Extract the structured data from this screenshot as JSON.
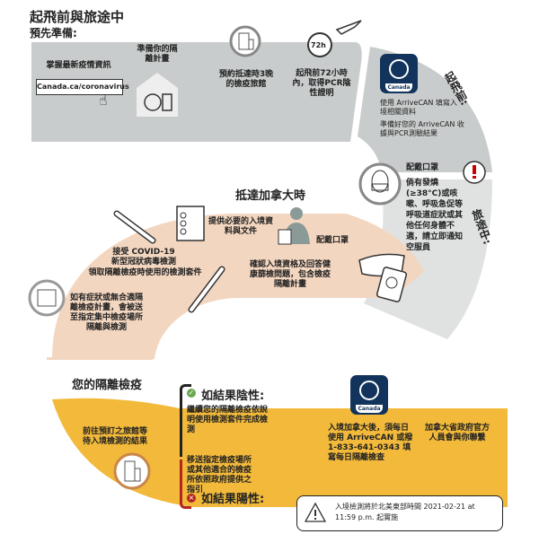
{
  "title": "起飛前與旅途中",
  "prepare": {
    "heading": "預先準備:",
    "info": "掌握最新疫情資訊",
    "link": "Canada.ca/coronavirus",
    "plan": "準備你的隔離計畫",
    "hotel": "預約抵達時3晚的檢疫旅館",
    "pcr": "起飛前72小時內，取得PCR陰性證明",
    "clock_label": "72h"
  },
  "before_departure": {
    "label": "起飛前:",
    "app_brand": "Canada",
    "item1": "使用 ArriveCAN 填寫入境相關資料",
    "item2": "準備好您的 ArriveCAN 收據與PCR測驗結果"
  },
  "in_transit": {
    "label": "旅途中:",
    "mask": "配戴口罩",
    "symptoms": "倘有發燒(≥38°C)或咳嗽、呼吸急促等呼吸道症狀或其他任何身體不適，請立即通知空服員"
  },
  "arrival": {
    "heading": "抵達加拿大時",
    "documents": "提供必要的入境資料與文件",
    "test": "接受 COVID-19 新型冠狀病毒檢測",
    "kit": "領取隔離檢疫時使用的檢測套件",
    "facility": "如有症狀或無合適隔離檢疫計畫，會被送至指定集中檢疫場所隔離與檢測",
    "confirm": "確認入境資格及回答健康篩檢問題，包含檢疫隔離計畫",
    "mask": "配戴口罩"
  },
  "quarantine": {
    "heading": "您的隔離檢疫",
    "go_hotel": "前往預訂之旅館等待入境檢測的結果",
    "negative_heading": "如結果陰性:",
    "negative_text": "繼續您的隔離檢疫依說明使用檢測套件完成檢測",
    "positive_heading": "如結果陽性:",
    "positive_text": "移送指定檢疫場所或其他適合的檢疫所依照政府提供之指引",
    "app_brand": "Canada",
    "daily": "入境加拿大後，須每日使用 ArriveCAN 或撥 1-833-641-0343 填寫每日隔離檢查",
    "contact": "加拿大省政府官方人員會與你聯繫"
  },
  "notice": "入境檢測將於北美東部時間 2021-02-21 at 11:59 p.m. 起實施",
  "colors": {
    "gray": "#c9cccc",
    "peach": "#f3d6c0",
    "yellow": "#f2b93a",
    "navy": "#12335b",
    "green": "#6aa84f",
    "red": "#b3261e"
  }
}
